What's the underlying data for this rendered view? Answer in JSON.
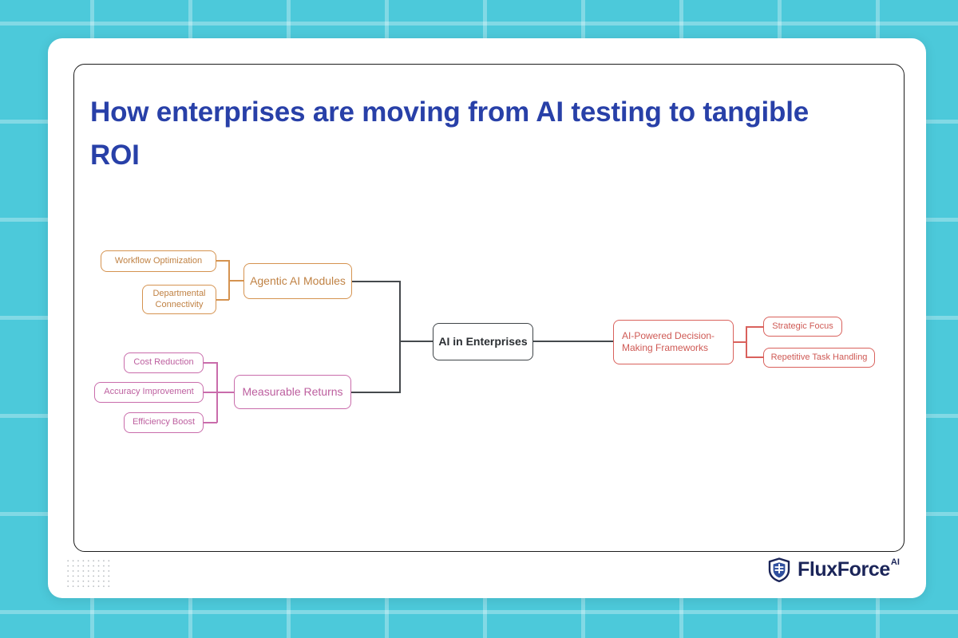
{
  "page": {
    "title": "How enterprises are moving from AI testing to tangible ROI",
    "background_color": "#4cc9da",
    "card_color": "#ffffff",
    "title_color": "#2840a8"
  },
  "brand": {
    "name": "FluxForce",
    "superscript": "AI",
    "logo_icon": "shield-icon",
    "color": "#1b2559"
  },
  "decor": {
    "dot_grid_name": "dot-grid-decoration"
  },
  "chart_data": {
    "type": "diagram",
    "diagram_kind": "mind-map",
    "title": "How enterprises are moving from AI testing to tangible ROI",
    "center": {
      "id": "center",
      "label": "AI in Enterprises",
      "color": "#3f4448"
    },
    "branches": [
      {
        "id": "agentic",
        "label": "Agentic AI Modules",
        "color": "#d59350",
        "side": "left",
        "children": [
          {
            "label": "Workflow Optimization"
          },
          {
            "label": "Departmental Connectivity"
          }
        ]
      },
      {
        "id": "returns",
        "label": "Measurable Returns",
        "color": "#c96cab",
        "side": "left",
        "children": [
          {
            "label": "Cost Reduction"
          },
          {
            "label": "Accuracy Improvement"
          },
          {
            "label": "Efficiency Boost"
          }
        ]
      },
      {
        "id": "frameworks",
        "label": "AI-Powered Decision-Making Frameworks",
        "color": "#d9615c",
        "side": "right",
        "children": [
          {
            "label": "Strategic Focus"
          },
          {
            "label": "Repetitive Task Handling"
          }
        ]
      }
    ]
  }
}
